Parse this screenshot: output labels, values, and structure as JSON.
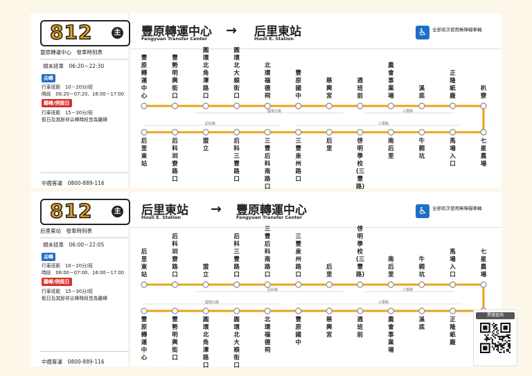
{
  "colors": {
    "line": "#e8a317",
    "accent_blue": "#1f6fc6",
    "accent_red": "#d9302c"
  },
  "panels": [
    {
      "route": "812",
      "badge": "主",
      "from_zh": "豐原轉運中心",
      "from_en": "Fengyuan Transfer Center",
      "arrow": "→",
      "to_zh": "后里東站",
      "to_en": "Houli E. Station",
      "accessibility_icon": "wheelchair-icon",
      "accessibility_text": "全部班次使用無障礙車輛",
      "schedule_title": "豐原轉運中心　發車時刻表",
      "first_last": "頭末班車　06:20－22:30",
      "peak_tag": "尖峰",
      "peak_interval": "行車班距　10－20分/班",
      "peak_hours": "時段　06:20－07:20、16:00－17:00",
      "offpeak_tag": "離峰/例假日",
      "offpeak_interval": "行車班距　15－30分/班",
      "offpeak_note": "假日及其餘非尖峰時段皆為離峰",
      "company": "中鹿客運　0800-889-116",
      "top_stops": [
        "豐原轉運中心",
        "豐勢明興街口",
        "圓環北角潭路口",
        "圓環北大順街口",
        "北環福德祠",
        "豐原國中",
        "慈興宮",
        "週班前",
        "農會事業場",
        "溪底",
        "正隆紙廠",
        "朳寮"
      ],
      "bottom_stops": [
        "后里東站",
        "后科圳寮路口",
        "盟立",
        "后科三豐路口",
        "三豐后科南路口",
        "三豐泉州路口",
        "后里",
        "啓明學校(三豐路)",
        "南后里",
        "牛稠坑",
        "馬場入口",
        "七星農場"
      ],
      "road_labels": [
        "圓環北路",
        "三豐路",
        "后科路",
        "三豐路"
      ]
    },
    {
      "route": "812",
      "badge": "主",
      "from_zh": "后里東站",
      "from_en": "Houli E. Station",
      "arrow": "→",
      "to_zh": "豐原轉運中心",
      "to_en": "Fengyuan Transfer Center",
      "accessibility_icon": "wheelchair-icon",
      "accessibility_text": "全部班次使用無障礙車輛",
      "schedule_title": "后里東站　發車時刻表",
      "first_last": "頭末班車　06:00－22:05",
      "peak_tag": "尖峰",
      "peak_interval": "行車班距　10－20分/班",
      "peak_hours": "時段　06:00－07:00、16:00－17:00",
      "offpeak_tag": "離峰/例假日",
      "offpeak_interval": "行車班距　15－30分/班",
      "offpeak_note": "假日及其餘非尖峰時段皆為離峰",
      "company": "中鹿客運　0800-889-116",
      "top_stops": [
        "后里東站",
        "后科圳寮路口",
        "盟立",
        "后科三豐路口",
        "三豐后科南路口",
        "三豐泉州路口",
        "后里",
        "啓明學校(三豐路)",
        "南后里",
        "牛稠坑",
        "馬場入口",
        "七星農場"
      ],
      "bottom_stops": [
        "豐原轉運中心",
        "豐勢明興街口",
        "圓環北角潭路口",
        "圓環北大順街口",
        "北環福德祠",
        "豐原國中",
        "慈興宮",
        "週班前",
        "農會事業場",
        "溪底",
        "正隆紙廠",
        "朳寮"
      ],
      "road_labels": [
        "后科路",
        "三豐路",
        "圓環北路",
        "三豐路"
      ]
    }
  ],
  "qr": {
    "label": "票價查詢",
    "icon": "qr-code-icon"
  }
}
